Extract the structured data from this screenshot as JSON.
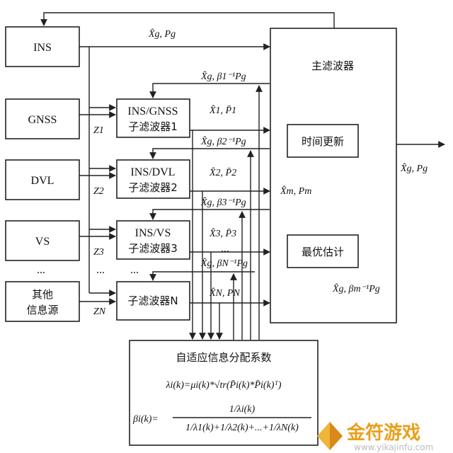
{
  "sources": {
    "ins": "INS",
    "gnss": "GNSS",
    "dvl": "DVL",
    "vs": "VS",
    "dots": "...",
    "other_line1": "其他",
    "other_line2": "信息源"
  },
  "subfilters": {
    "f1_line1": "INS/GNSS",
    "f1_line2": "子滤波器1",
    "f2_line1": "INS/DVL",
    "f2_line2": "子滤波器2",
    "f3_line1": "INS/VS",
    "f3_line2": "子滤波器3",
    "dots": "...",
    "fN": "子滤波器N"
  },
  "z_labels": [
    "Z1",
    "Z2",
    "Z3",
    "ZN"
  ],
  "master": {
    "title": "主滤波器",
    "time_update": "时间更新",
    "optimal_estimate": "最优估计",
    "xm_pm": "X̂m, Pm",
    "xg_betam_pg": "X̂g, βm⁻¹Pg"
  },
  "signals": {
    "top": "X̂g, Pg",
    "output": "X̂g, Pg",
    "f1_in": "X̂g, β1⁻¹Pg",
    "f1_out": "X̂1, P̄1",
    "f2_in": "X̂g, β2⁻¹Pg",
    "f2_out": "X̂2, P̄2",
    "f3_in": "X̂g, β3⁻¹Pg",
    "f3_out": "X̂3, P̄3",
    "mid_dots": "...",
    "fN_in": "X̂g, βN⁻¹Pg",
    "fN_out": "X̂N, PN"
  },
  "adaptive": {
    "title": "自适应信息分配系数",
    "eq1": "λi(k)=μi(k)*√tr(P̄i(k)*P̄i(k)ᵀ)",
    "eq2_lhs": "βi(k)=",
    "eq2_num": "1/λi(k)",
    "eq2_den": "1/λ1(k)+1/λ2(k)+...+1/λN(k)"
  },
  "watermark": {
    "text": "金符游戏",
    "url": "www.yikajinfu.com"
  }
}
